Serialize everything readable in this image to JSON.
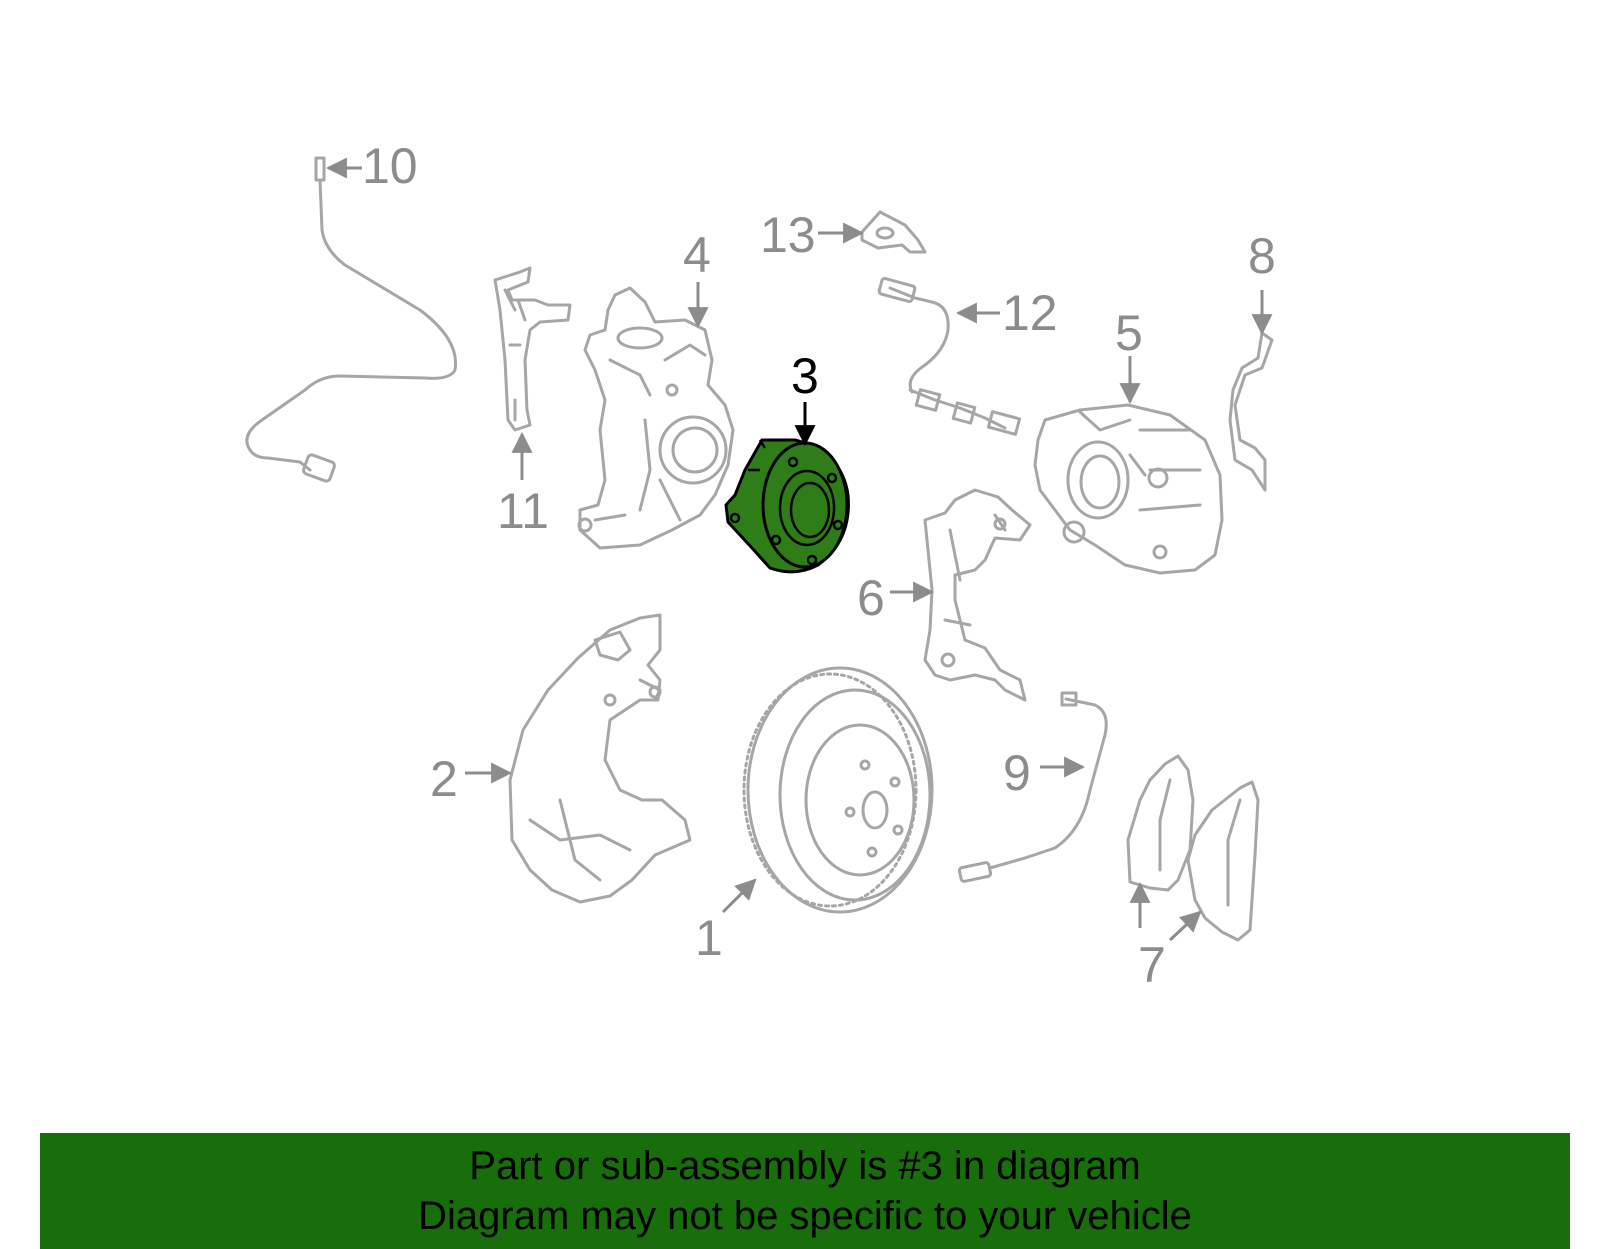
{
  "diagram": {
    "selected_part": "3",
    "colors": {
      "highlight": "#2e7d18",
      "banner": "#176e0a",
      "part_outline": "#a6a6a6"
    },
    "labels": [
      {
        "id": "1",
        "text": "1"
      },
      {
        "id": "2",
        "text": "2"
      },
      {
        "id": "3",
        "text": "3"
      },
      {
        "id": "4",
        "text": "4"
      },
      {
        "id": "5",
        "text": "5"
      },
      {
        "id": "6",
        "text": "6"
      },
      {
        "id": "7",
        "text": "7"
      },
      {
        "id": "8",
        "text": "8"
      },
      {
        "id": "9",
        "text": "9"
      },
      {
        "id": "10",
        "text": "10"
      },
      {
        "id": "11",
        "text": "11"
      },
      {
        "id": "12",
        "text": "12"
      },
      {
        "id": "13",
        "text": "13"
      }
    ]
  },
  "banner": {
    "line1": "Part or sub-assembly is #3 in diagram",
    "line2": "Diagram may not be specific to your vehicle"
  }
}
